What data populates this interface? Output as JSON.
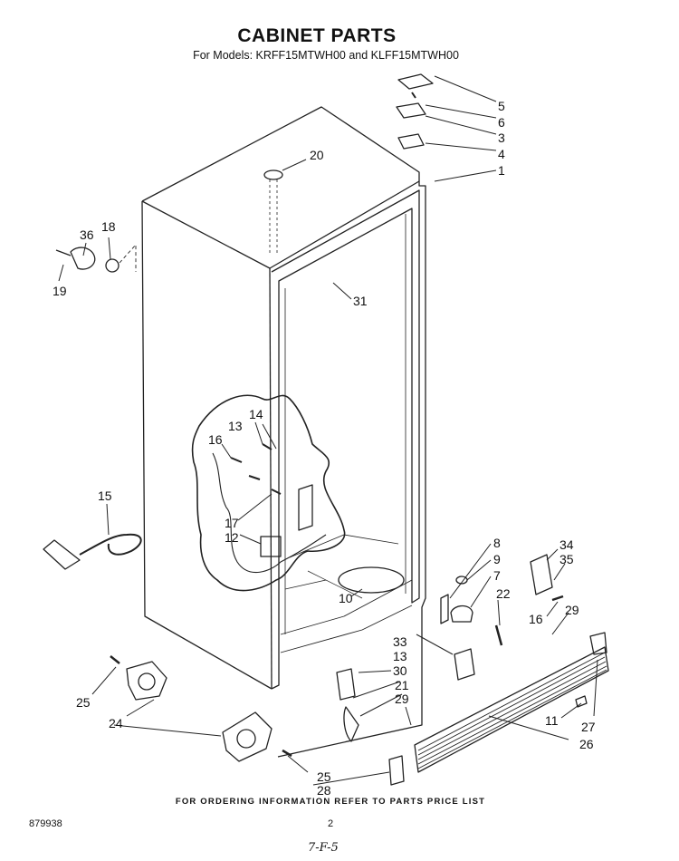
{
  "header": {
    "title": "CABINET PARTS",
    "subtitle": "For Models: KRFF15MTWH00 and KLFF15MTWH00"
  },
  "callouts": [
    "1",
    "3",
    "4",
    "5",
    "6",
    "7",
    "8",
    "9",
    "10",
    "11",
    "12",
    "13",
    "14",
    "15",
    "16",
    "17",
    "18",
    "19",
    "20",
    "21",
    "22",
    "24",
    "25",
    "26",
    "27",
    "28",
    "29",
    "30",
    "31",
    "33",
    "34",
    "35",
    "36"
  ],
  "footer": {
    "ordering_note": "FOR ORDERING INFORMATION REFER TO PARTS PRICE LIST",
    "document_number": "879938",
    "page_number": "2",
    "handwritten_mark": "7-F-5"
  }
}
